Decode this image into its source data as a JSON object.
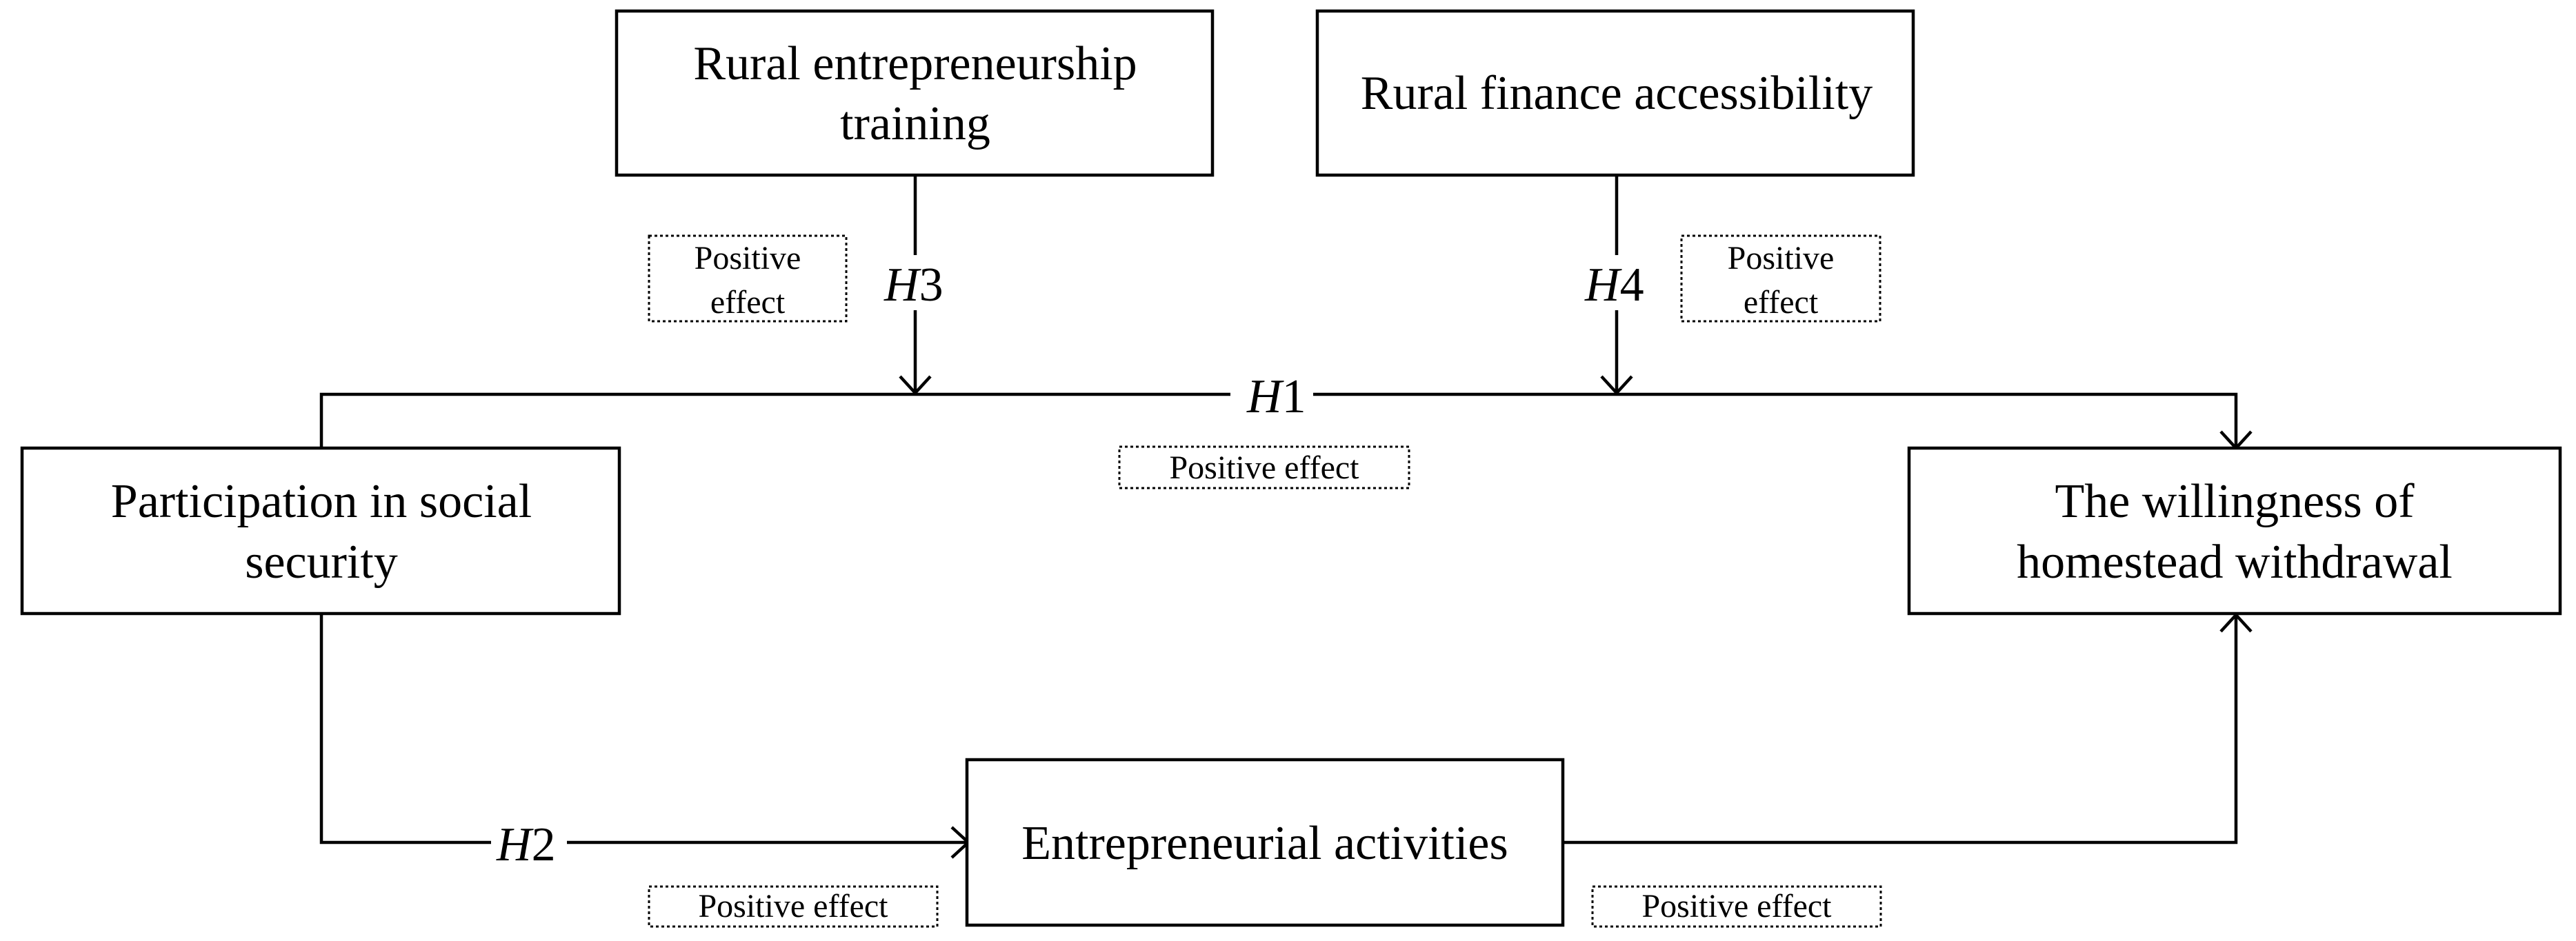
{
  "nodes": {
    "training": {
      "lines": [
        "Rural entrepreneurship",
        "training"
      ]
    },
    "finance": {
      "lines": [
        "Rural finance accessibility"
      ]
    },
    "social_security": {
      "lines": [
        "Participation in social",
        "security"
      ]
    },
    "willingness": {
      "lines": [
        "The willingness of",
        "homestead withdrawal"
      ]
    },
    "entrepreneurial": {
      "lines": [
        "Entrepreneurial activities"
      ]
    }
  },
  "hypotheses": {
    "h1": {
      "letter": "H",
      "number": "1"
    },
    "h2": {
      "letter": "H",
      "number": "2"
    },
    "h3": {
      "letter": "H",
      "number": "3"
    },
    "h4": {
      "letter": "H",
      "number": "4"
    }
  },
  "effects": {
    "h3_effect": {
      "lines": [
        "Positive",
        "effect"
      ]
    },
    "h4_effect": {
      "lines": [
        "Positive",
        "effect"
      ]
    },
    "h1_effect": {
      "lines": [
        "Positive effect"
      ]
    },
    "h2_left_effect": {
      "lines": [
        "Positive effect"
      ]
    },
    "h2_right_effect": {
      "lines": [
        "Positive effect"
      ]
    }
  }
}
